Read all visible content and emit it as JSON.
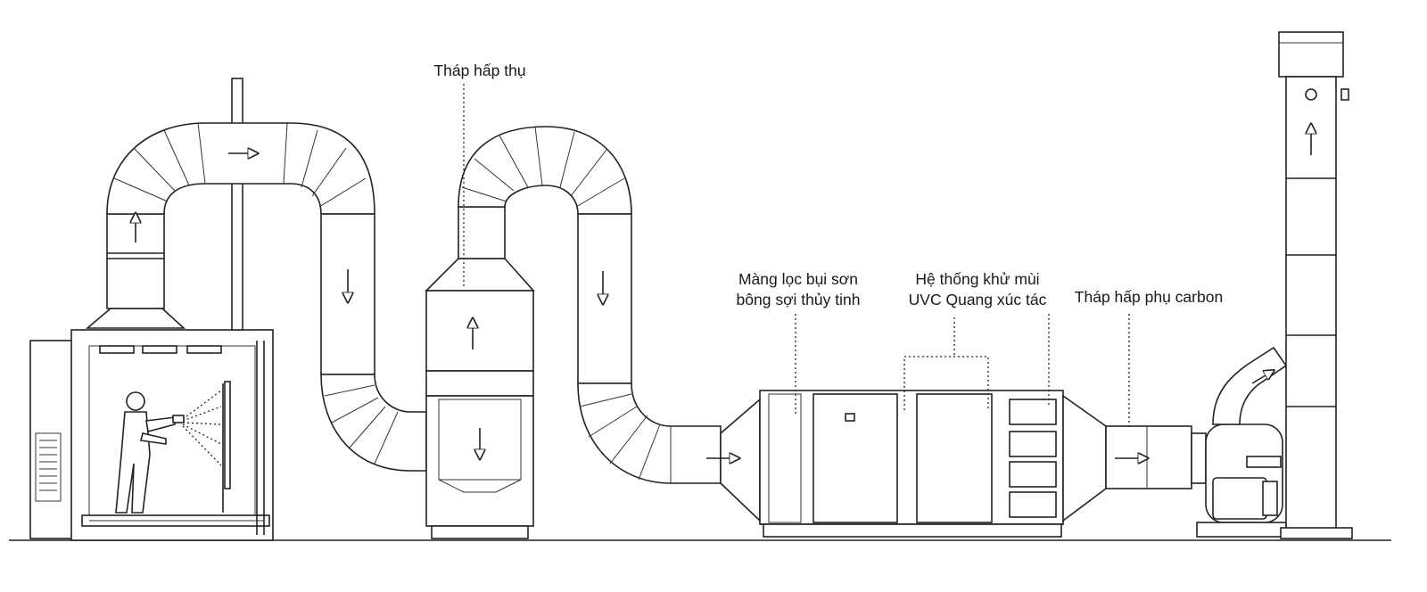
{
  "labels": {
    "absorption_tower": "Tháp hấp thụ",
    "filter_line1": "Màng lọc bụi sơn",
    "filter_line2": "bông sợi thủy tinh",
    "uvc_line1": "Hệ thống khử mùi",
    "uvc_line2": "UVC Quang xúc tác",
    "carbon_tower": "Tháp hấp phụ carbon"
  },
  "icons": [
    "spray-booth-icon",
    "worker-icon",
    "duct-icon",
    "flow-arrow-icon",
    "fan-motor-icon",
    "chimney-icon"
  ],
  "colors": {
    "line": "#222222",
    "background": "#ffffff"
  }
}
